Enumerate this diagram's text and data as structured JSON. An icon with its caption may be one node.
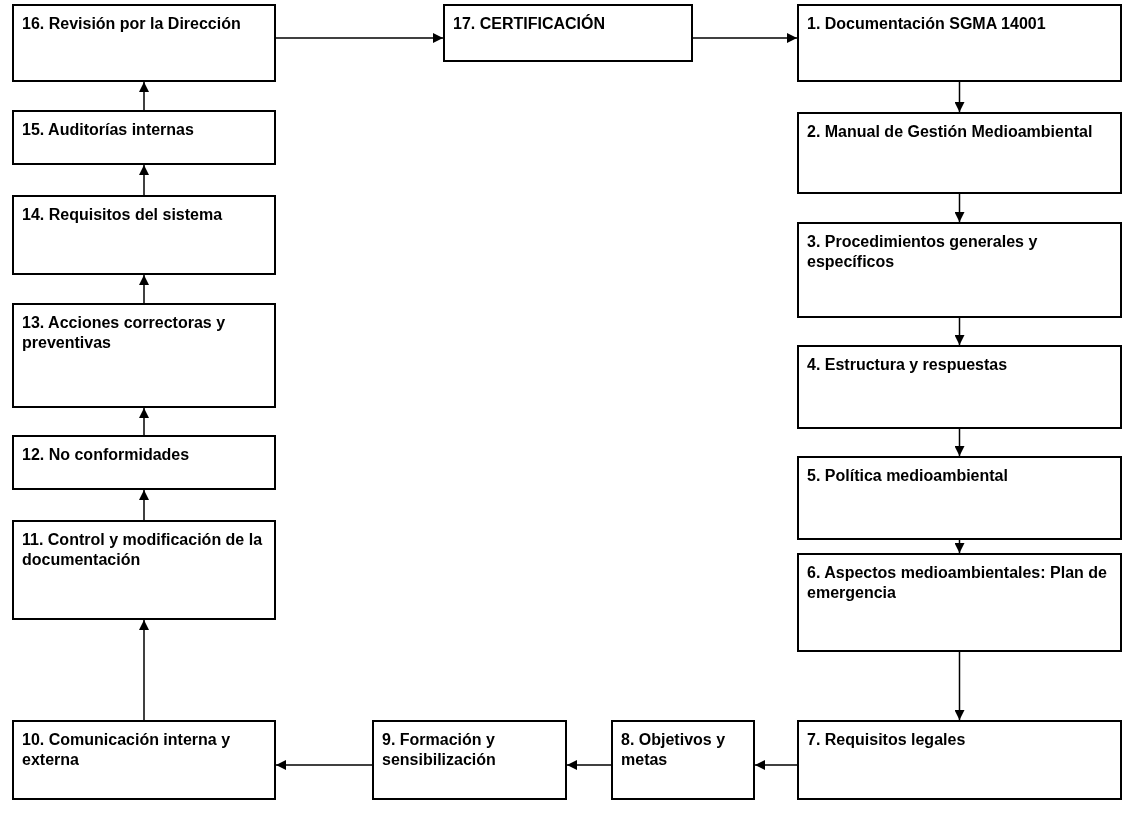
{
  "diagram": {
    "nodes": [
      {
        "text": [
          "1. Documentación SGMA 14001"
        ]
      },
      {
        "text": [
          "2. Manual de Gestión Medioambiental"
        ]
      },
      {
        "text": [
          "3. Procedimientos generales y específicos"
        ]
      },
      {
        "text": [
          "4. Estructura y respuestas"
        ]
      },
      {
        "text": [
          "5. Política medioambiental"
        ]
      },
      {
        "text": [
          "6. Aspectos medioambientales: Plan de emergencia"
        ]
      },
      {
        "text": [
          "7. Requisitos legales"
        ]
      },
      {
        "text": [
          "8. Objetivos y metas"
        ]
      },
      {
        "text": [
          "9. Formación y sensibilización"
        ]
      },
      {
        "text": [
          "10. Comunicación interna y externa"
        ]
      },
      {
        "text": [
          "11. Control y modificación de la documentación"
        ]
      },
      {
        "text": [
          "12. No conformidades"
        ]
      },
      {
        "text": [
          "13. Acciones correctoras y preventivas"
        ]
      },
      {
        "text": [
          "14. Requisitos del sistema"
        ]
      },
      {
        "text": [
          "15. Auditorías internas"
        ]
      },
      {
        "text": [
          "16. Revisión por la Dirección"
        ]
      },
      {
        "text": [
          "17. CERTIFICACIÓN"
        ]
      }
    ],
    "edges": [
      {
        "from": 15,
        "to": 16,
        "arrow": "to"
      },
      {
        "from": 16,
        "to": 0,
        "arrow": "to"
      },
      {
        "from": 0,
        "to": 1,
        "arrow": "to"
      },
      {
        "from": 1,
        "to": 2,
        "arrow": "to"
      },
      {
        "from": 2,
        "to": 3,
        "arrow": "to"
      },
      {
        "from": 3,
        "to": 4,
        "arrow": "to"
      },
      {
        "from": 4,
        "to": 5,
        "arrow": "to"
      },
      {
        "from": 5,
        "to": 6,
        "arrow": "to"
      },
      {
        "from": 6,
        "to": 7,
        "arrow": "to"
      },
      {
        "from": 7,
        "to": 8,
        "arrow": "to"
      },
      {
        "from": 8,
        "to": 9,
        "arrow": "to"
      },
      {
        "from": 9,
        "to": 10,
        "arrow": "to"
      },
      {
        "from": 10,
        "to": 11,
        "arrow": "to"
      },
      {
        "from": 11,
        "to": 12,
        "arrow": "to"
      },
      {
        "from": 12,
        "to": 13,
        "arrow": "to"
      },
      {
        "from": 13,
        "to": 14,
        "arrow": "to"
      },
      {
        "from": 14,
        "to": 15,
        "arrow": "to"
      }
    ]
  }
}
